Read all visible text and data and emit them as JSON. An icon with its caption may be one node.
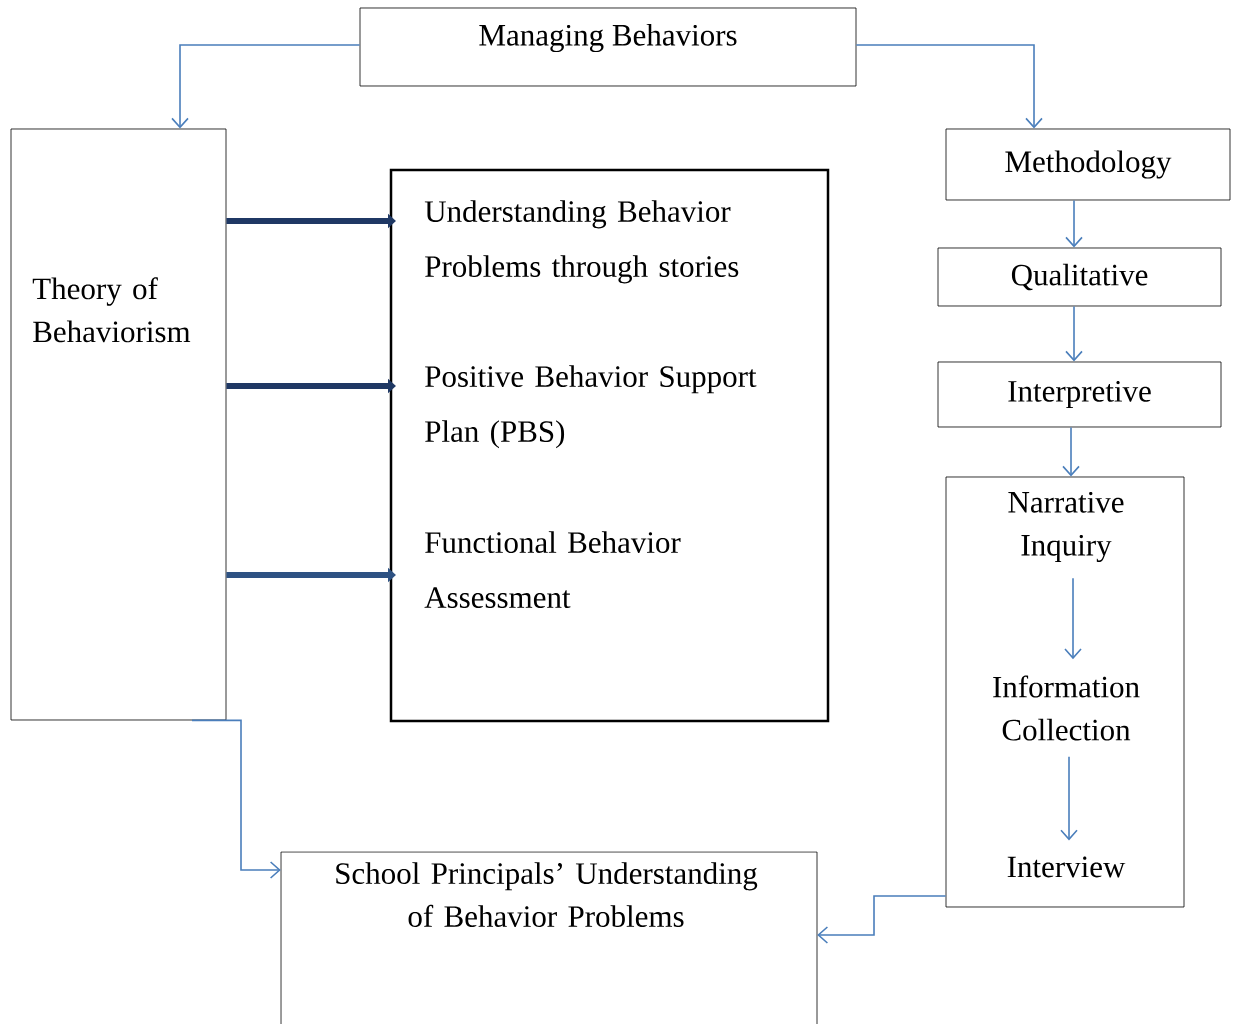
{
  "diagram": {
    "nodes": [
      {
        "text": [
          "Managing Behaviors"
        ]
      },
      {
        "text": [
          "Theory of Behaviorism"
        ]
      },
      {
        "text": [],
        "shape": "box"
      },
      {
        "text": [
          "Understanding Behavior Problems through stories"
        ],
        "in": 2
      },
      {
        "text": [
          "Positive Behavior Support Plan (PBS)"
        ],
        "in": 2
      },
      {
        "text": [
          "Functional Behavior Assessment"
        ],
        "in": 2
      },
      {
        "text": [
          "Methodology"
        ]
      },
      {
        "text": [
          "Qualitative"
        ]
      },
      {
        "text": [
          "Interpretive"
        ]
      },
      {
        "text": [],
        "shape": "box"
      },
      {
        "text": [
          "Narrative Inquiry"
        ],
        "in": 9
      },
      {
        "text": [
          "Information Collection"
        ],
        "in": 9
      },
      {
        "text": [
          "Interview"
        ],
        "in": 9
      },
      {
        "text": [
          "School Principals’ Understanding of Behavior Problems"
        ]
      }
    ],
    "edges": [
      {
        "from": 0,
        "to": 1,
        "arrow": "to"
      },
      {
        "from": 0,
        "to": 6,
        "arrow": "to"
      },
      {
        "from": 6,
        "to": 7,
        "arrow": "to"
      },
      {
        "from": 7,
        "to": 8,
        "arrow": "to"
      },
      {
        "from": 8,
        "to": 9,
        "arrow": "to"
      },
      {
        "from": 1,
        "to": 3,
        "arrow": "to",
        "style": "thick",
        "color": "#1f3864"
      },
      {
        "from": 1,
        "to": 4,
        "arrow": "to",
        "style": "thick",
        "color": "#1f3864"
      },
      {
        "from": 1,
        "to": 5,
        "arrow": "to",
        "style": "thick",
        "color": "#2e5283"
      },
      {
        "from": 10,
        "to": 11,
        "arrow": "to"
      },
      {
        "from": 11,
        "to": 12,
        "arrow": "to"
      },
      {
        "from": 1,
        "to": 13,
        "arrow": "to"
      },
      {
        "from": 9,
        "to": 13,
        "arrow": "to"
      }
    ]
  }
}
